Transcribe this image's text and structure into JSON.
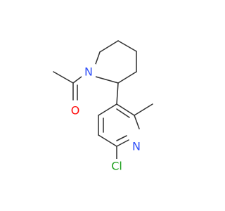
{
  "structure": {
    "atom_labels": {
      "acetyl_oxygen": "O",
      "piperidine_nitrogen": "N",
      "pyridine_nitrogen": "N",
      "chlorine": "Cl"
    },
    "colors": {
      "bond": "#333333",
      "oxygen": "#ff0d0d",
      "nitrogen": "#3050f8",
      "chlorine": "#1fa01f",
      "background": "#ffffff"
    }
  }
}
